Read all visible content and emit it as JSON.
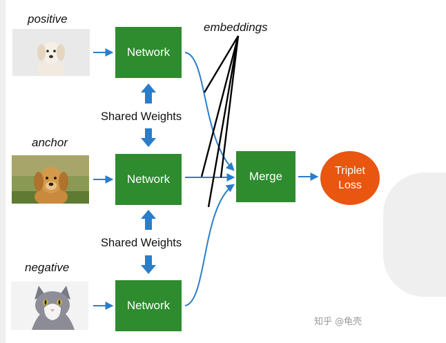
{
  "inputs": {
    "positive_label": "positive",
    "anchor_label": "anchor",
    "negative_label": "negative"
  },
  "network": {
    "top_label": "Network",
    "middle_label": "Network",
    "bottom_label": "Network"
  },
  "shared_weights": {
    "upper_label": "Shared Weights",
    "lower_label": "Shared Weights"
  },
  "embeddings_label": "embeddings",
  "merge_label": "Merge",
  "triplet_loss": {
    "line1": "Triplet",
    "line2": "Loss"
  },
  "watermark": "知乎 @龟壳",
  "colors": {
    "network_green": "#2e8b2e",
    "arrow_blue": "#2a7dc9",
    "loss_orange": "#e8560f"
  }
}
